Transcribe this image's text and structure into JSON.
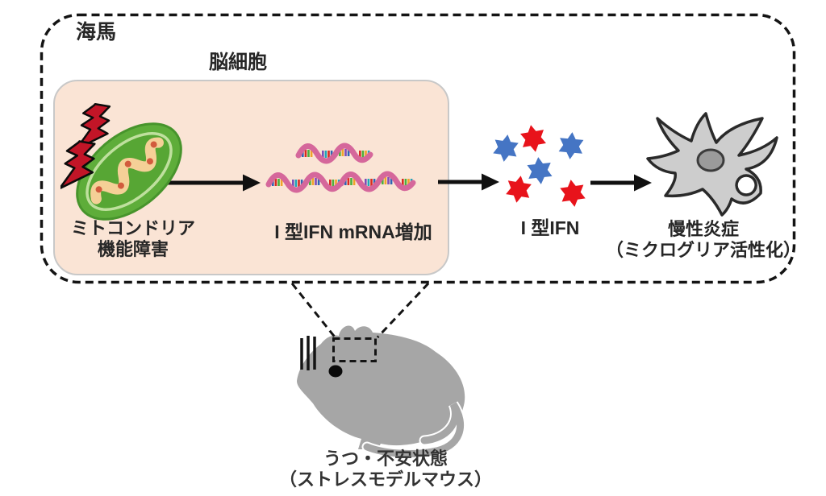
{
  "diagram": {
    "region_label": "海馬",
    "cell_box_label": "脳細胞",
    "nodes": {
      "mitochondria": {
        "line1": "ミトコンドリア",
        "line2": "機能障害"
      },
      "mrna": {
        "line1": "I 型IFN mRNA増加"
      },
      "ifn": {
        "line1": "I 型IFN"
      },
      "inflammation": {
        "line1": "慢性炎症",
        "line2": "（ミクログリア活性化）"
      }
    },
    "mouse": {
      "line1": "うつ・不安状態",
      "line2": "（ストレスモデルマウス）"
    },
    "icons": {
      "mitochondria": "mitochondria-icon",
      "lightning": "lightning-bolt-icon",
      "mrna": "mrna-strand-icon",
      "ifn": "ifn-star-icon",
      "microglia": "microglia-icon",
      "mouse": "mouse-icon",
      "stress_marks": "stress-lines-icon"
    },
    "colors": {
      "cell_box_fill": "#fae4d5",
      "cell_box_border": "#c8c8c8",
      "mito_green": "#5ead3a",
      "mito_green_dark": "#47942c",
      "mito_inner_band": "#bfe09e",
      "cristae_orange": "#f5d097",
      "cristae_dot": "#d25b3d",
      "bolt_red": "#c21527",
      "mrna_pink": "#d5679b",
      "star_blue": "#4575c4",
      "star_red": "#e8131b",
      "microglia_fill": "#cdcdcd",
      "microglia_outline": "#2a2a2a",
      "microglia_nucleus": "#9b9b9b",
      "mouse_gray": "#a6a6a6",
      "line_black": "#141414"
    }
  }
}
